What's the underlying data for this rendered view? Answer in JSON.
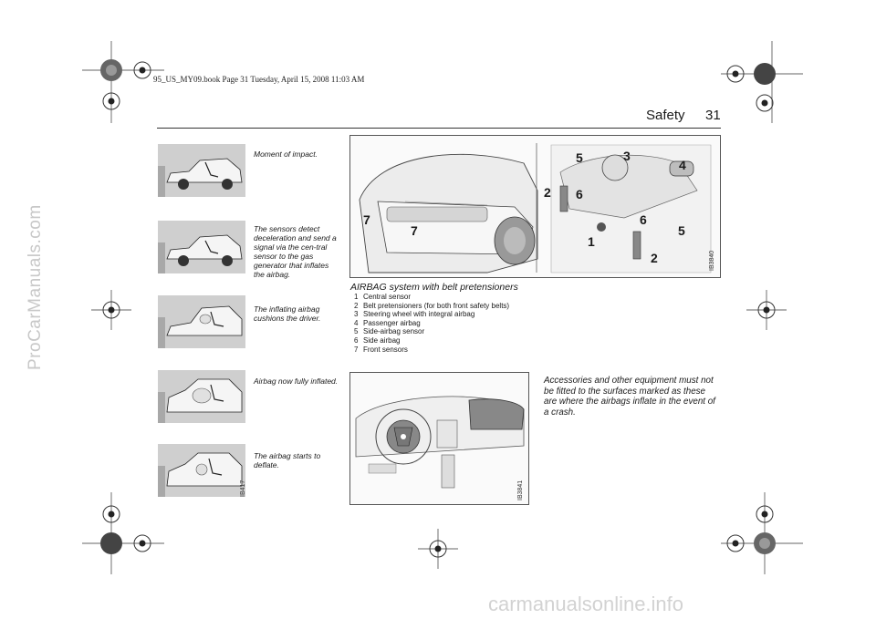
{
  "page": {
    "side_watermark": "ProCarManuals.com",
    "bottom_watermark": "carmanualsonline.info",
    "print_header": "95_US_MY09.book  Page 31  Tuesday, April 15, 2008  11:03 AM",
    "section_title": "Safety",
    "page_number": "31"
  },
  "sequence": {
    "code": "IB417",
    "captions": [
      "Moment of impact.",
      "The sensors detect deceleration and send a signal via the cen-tral sensor to the gas generator that inflates the airbag.",
      "The inflating airbag cushions the driver.",
      "Airbag now fully inflated.",
      "The airbag starts to deflate."
    ]
  },
  "system_diagram": {
    "code": "IB3840",
    "title": "AIRBAG system with belt pretensioners",
    "callouts": [
      "7",
      "7",
      "5",
      "3",
      "4",
      "2",
      "6",
      "6",
      "5",
      "1",
      "2"
    ],
    "legend": [
      {
        "num": "1",
        "text": "Central sensor"
      },
      {
        "num": "2",
        "text": "Belt pretensioners (for both front safety belts)"
      },
      {
        "num": "3",
        "text": "Steering wheel with integral airbag"
      },
      {
        "num": "4",
        "text": "Passenger airbag"
      },
      {
        "num": "5",
        "text": "Side-airbag sensor"
      },
      {
        "num": "6",
        "text": "Side airbag"
      },
      {
        "num": "7",
        "text": "Front sensors"
      }
    ]
  },
  "dashboard_diagram": {
    "code": "IB3841"
  },
  "warning_text": "Accessories and other equipment must not be fitted to the surfaces marked as these are where the airbags inflate in the event of a crash."
}
